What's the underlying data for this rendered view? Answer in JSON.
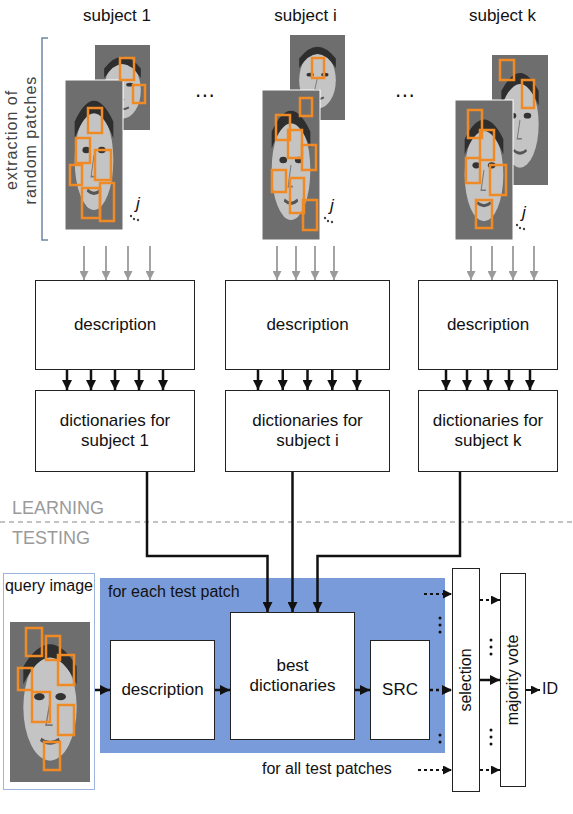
{
  "diagram": {
    "nodes": [
      {
        "text": [
          "subject 1"
        ]
      },
      {
        "text": [
          "subject i"
        ]
      },
      {
        "text": [
          "subject k"
        ]
      },
      {
        "text": [
          "description"
        ]
      },
      {
        "text": [
          "description"
        ]
      },
      {
        "text": [
          "description"
        ]
      },
      {
        "text": [
          "dictionaries for subject 1"
        ]
      },
      {
        "text": [
          "dictionaries for subject i"
        ]
      },
      {
        "text": [
          "dictionaries for subject k"
        ]
      },
      {
        "text": [
          "query image"
        ]
      },
      {
        "text": [
          "for each test patch"
        ]
      },
      {
        "text": [
          "description"
        ],
        "in": 10
      },
      {
        "text": [
          "best dictionaries"
        ],
        "in": 10
      },
      {
        "text": [
          "SRC"
        ],
        "in": 10
      },
      {
        "text": [
          "selection"
        ]
      },
      {
        "text": [
          "majority vote"
        ]
      }
    ],
    "edges": [
      {
        "from": 0,
        "to": 3,
        "arrow": "to"
      },
      {
        "from": 0,
        "to": 3,
        "arrow": "to"
      },
      {
        "from": 0,
        "to": 3,
        "arrow": "to"
      },
      {
        "from": 0,
        "to": 3,
        "arrow": "to"
      },
      {
        "from": 1,
        "to": 4,
        "arrow": "to"
      },
      {
        "from": 1,
        "to": 4,
        "arrow": "to"
      },
      {
        "from": 1,
        "to": 4,
        "arrow": "to"
      },
      {
        "from": 1,
        "to": 4,
        "arrow": "to"
      },
      {
        "from": 2,
        "to": 5,
        "arrow": "to"
      },
      {
        "from": 2,
        "to": 5,
        "arrow": "to"
      },
      {
        "from": 2,
        "to": 5,
        "arrow": "to"
      },
      {
        "from": 2,
        "to": 5,
        "arrow": "to"
      },
      {
        "from": 3,
        "to": 6,
        "arrow": "to"
      },
      {
        "from": 3,
        "to": 6,
        "arrow": "to"
      },
      {
        "from": 3,
        "to": 6,
        "arrow": "to"
      },
      {
        "from": 3,
        "to": 6,
        "arrow": "to"
      },
      {
        "from": 3,
        "to": 6,
        "arrow": "to"
      },
      {
        "from": 4,
        "to": 7,
        "arrow": "to"
      },
      {
        "from": 4,
        "to": 7,
        "arrow": "to"
      },
      {
        "from": 4,
        "to": 7,
        "arrow": "to"
      },
      {
        "from": 4,
        "to": 7,
        "arrow": "to"
      },
      {
        "from": 4,
        "to": 7,
        "arrow": "to"
      },
      {
        "from": 5,
        "to": 8,
        "arrow": "to"
      },
      {
        "from": 5,
        "to": 8,
        "arrow": "to"
      },
      {
        "from": 5,
        "to": 8,
        "arrow": "to"
      },
      {
        "from": 5,
        "to": 8,
        "arrow": "to"
      },
      {
        "from": 5,
        "to": 8,
        "arrow": "to"
      },
      {
        "from": 6,
        "to": 12,
        "arrow": "to"
      },
      {
        "from": 7,
        "to": 12,
        "arrow": "to"
      },
      {
        "from": 8,
        "to": 12,
        "arrow": "to"
      },
      {
        "from": 9,
        "to": 11,
        "arrow": "to"
      },
      {
        "from": 11,
        "to": 12,
        "arrow": "to"
      },
      {
        "from": 12,
        "to": 13,
        "arrow": "to"
      },
      {
        "from": 13,
        "to": 14,
        "arrow": "to"
      },
      {
        "from": 14,
        "to": 15,
        "arrow": "to"
      }
    ],
    "labels": [
      "extraction of random patches",
      "j",
      "j",
      "j",
      "⋯",
      "⋯",
      "LEARNING",
      "TESTING",
      "for all test patches",
      "ID"
    ]
  }
}
